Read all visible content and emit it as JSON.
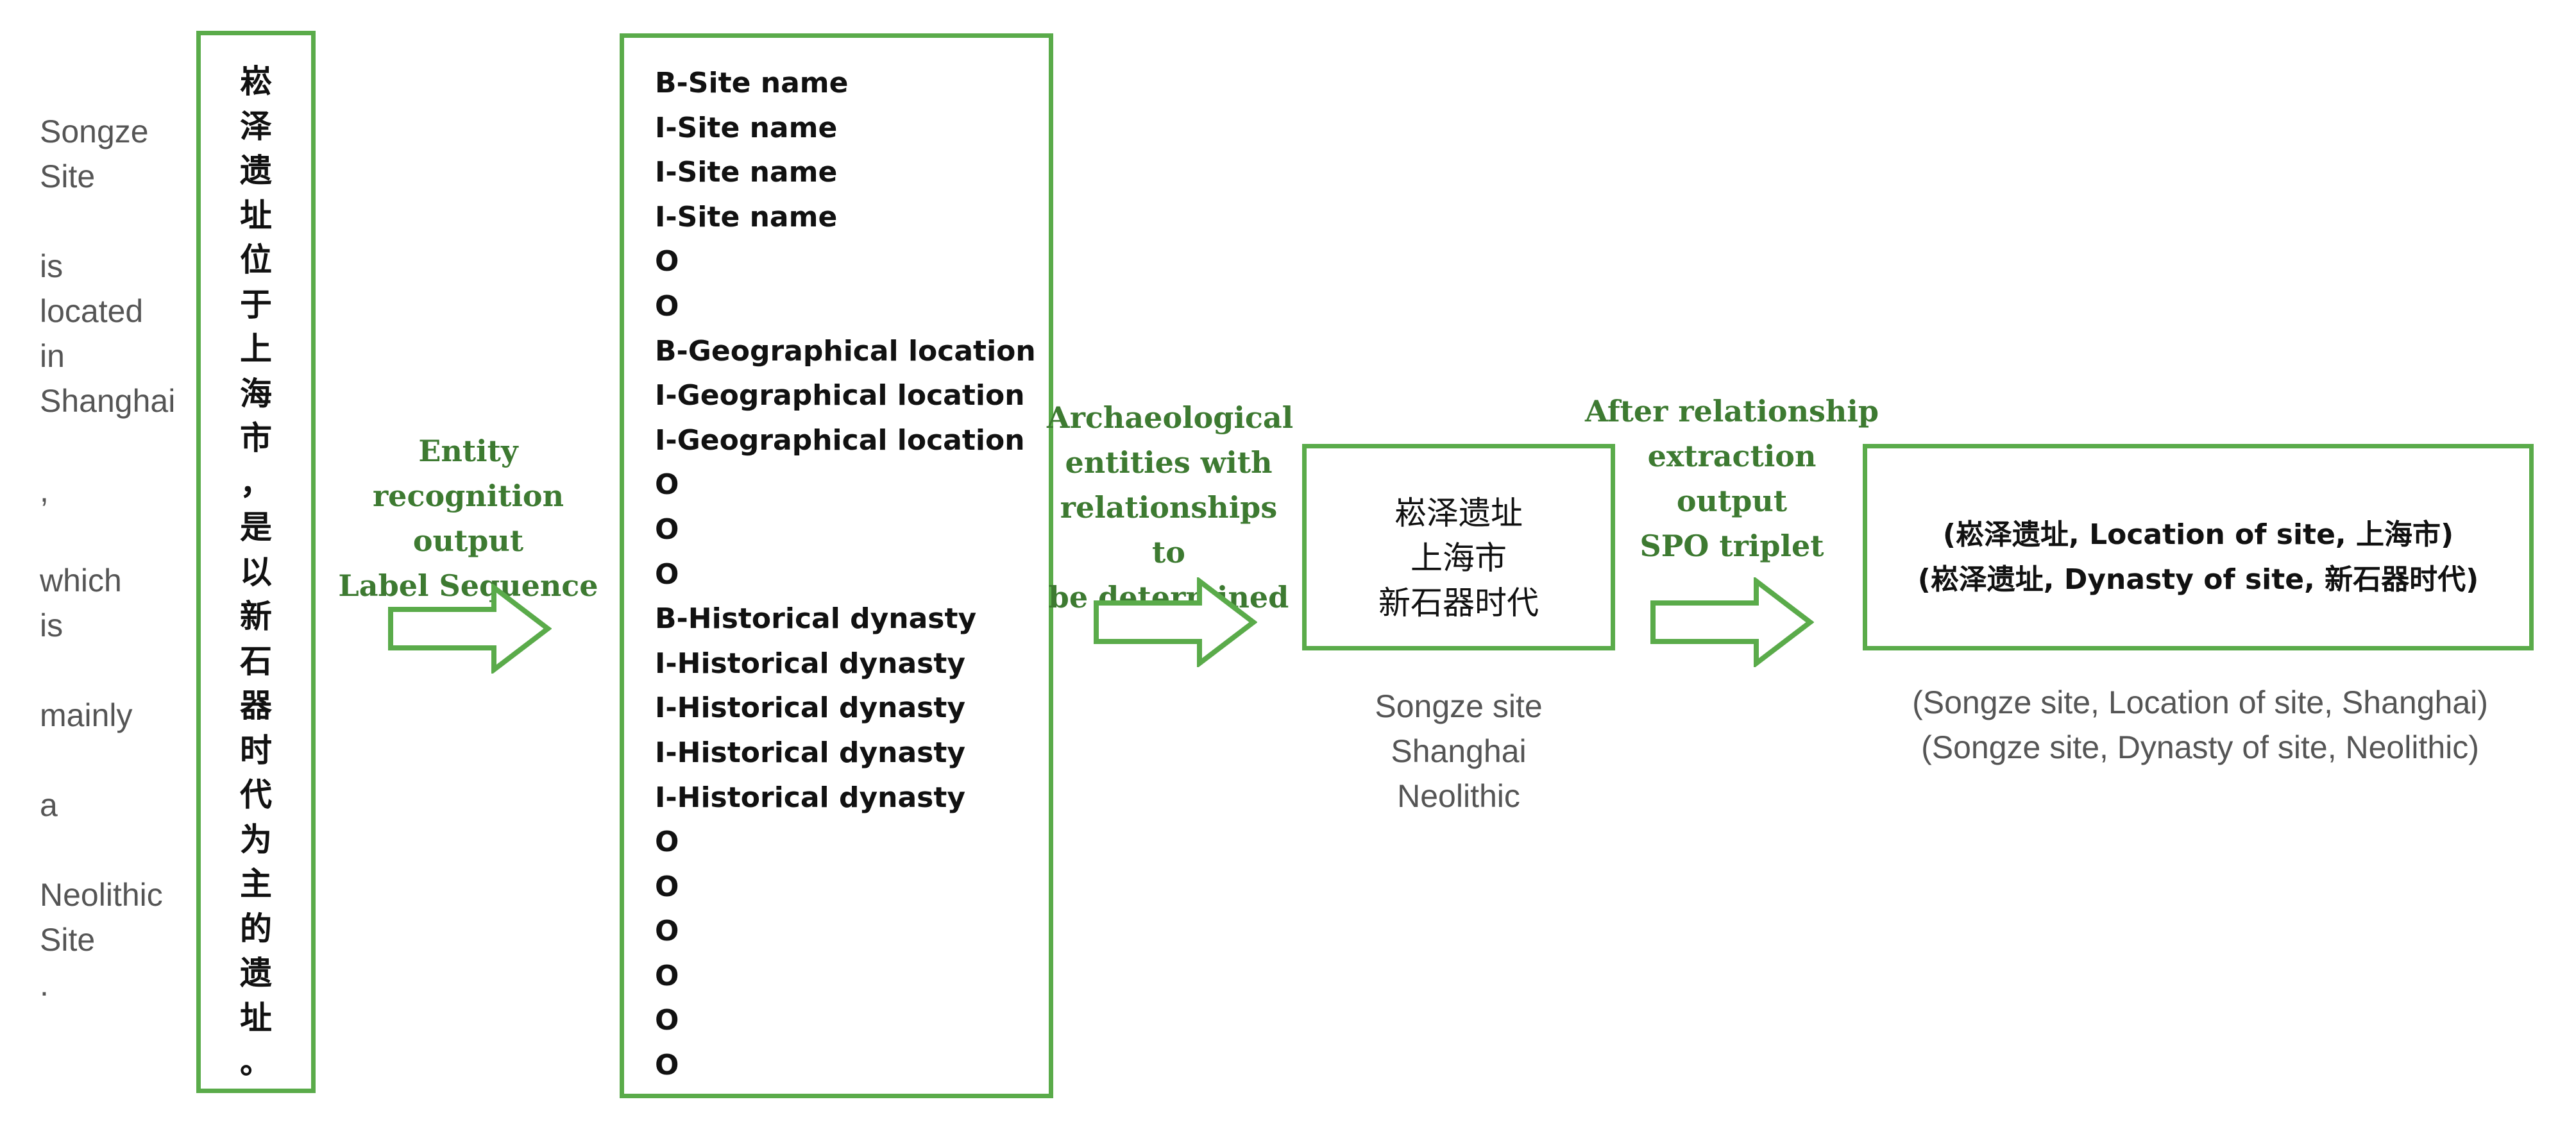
{
  "english_words": [
    "Songze",
    "Site",
    "",
    "is",
    "located",
    "in",
    "Shanghai",
    "",
    ",",
    "",
    "which",
    "is",
    "",
    "mainly",
    "",
    "a",
    "",
    "Neolithic",
    "Site",
    "."
  ],
  "chinese_chars": [
    "崧",
    "泽",
    "遗",
    "址",
    "位",
    "于",
    "上",
    "海",
    "市",
    "，",
    "是",
    "以",
    "新",
    "石",
    "器",
    "时",
    "代",
    "为",
    "主",
    "的",
    "遗",
    "址",
    "。"
  ],
  "caption_ner": [
    "Entity recognition",
    "output",
    "Label Sequence"
  ],
  "label_sequence": [
    "B-Site name",
    "I-Site name",
    "I-Site name",
    "I-Site name",
    "O",
    "O",
    "B-Geographical location",
    "I-Geographical location",
    "I-Geographical location",
    "O",
    "O",
    "O",
    "B-Historical dynasty",
    "I-Historical dynasty",
    "I-Historical dynasty",
    "I-Historical dynasty",
    "I-Historical dynasty",
    "O",
    "O",
    "O",
    "O",
    "O",
    "O"
  ],
  "caption_entities": [
    "Archaeological",
    "entities with",
    "relationships to",
    "be determined"
  ],
  "entities_zh": [
    "崧泽遗址",
    "上海市",
    "新石器时代"
  ],
  "entities_en": [
    "Songze site",
    "Shanghai",
    "Neolithic"
  ],
  "caption_re": [
    "After relationship",
    "extraction",
    "output",
    "SPO triplet"
  ],
  "triplets_zh": [
    "(崧泽遗址, Location of site, 上海市)",
    "(崧泽遗址, Dynasty of site, 新石器时代)"
  ],
  "triplets_en": [
    "(Songze site, Location of site, Shanghai)",
    "(Songze site, Dynasty of site, Neolithic)"
  ],
  "colors": {
    "box_border": "#5aab4a",
    "caption_text": "#3d7a31",
    "gray_text": "#555555"
  }
}
